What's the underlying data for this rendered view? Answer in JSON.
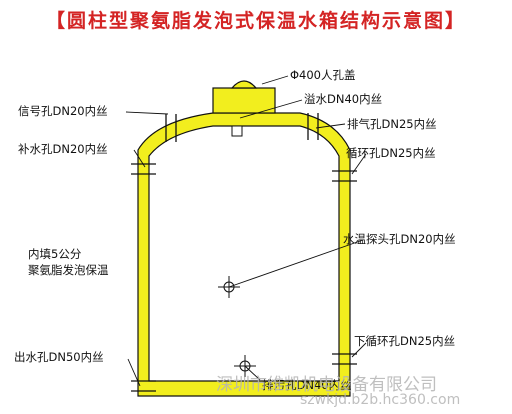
{
  "title": "【圆柱型聚氨脂发泡式保温水箱结构示意图】",
  "labels": {
    "manhole": "Φ400人孔盖",
    "overflow": "溢水DN40内丝",
    "signal": "信号孔DN20内丝",
    "vent": "排气孔DN25内丝",
    "refill": "补水孔DN20内丝",
    "circulation": "循环孔DN25内丝",
    "insulation_1": "内填5公分",
    "insulation_2": "聚氨脂发泡保温",
    "temp_probe": "水温探头孔DN20内丝",
    "lower_circulation": "下循环孔DN25内丝",
    "outlet": "出水孔DN50内丝",
    "drain": "排污孔DN40内丝"
  },
  "watermark": {
    "line1": "深圳市维凯机电设备有限公司",
    "line2": "szwkjd.b2b.hc360.com"
  },
  "colors": {
    "title": "#d42424",
    "tank_fill": "#f2ee1e",
    "outline": "#111111"
  }
}
